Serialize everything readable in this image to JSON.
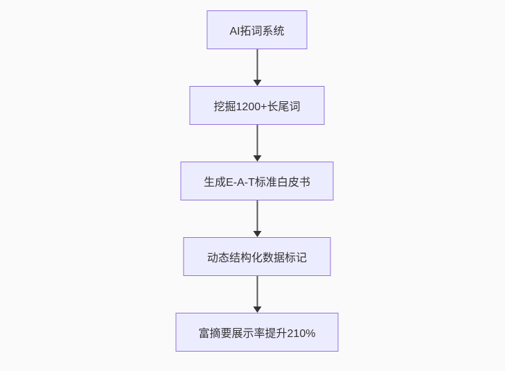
{
  "diagram": {
    "type": "flowchart",
    "direction": "top-down",
    "background_color": "#FAFAFA",
    "node_style": {
      "fill_color": "#ECECFF",
      "border_color": "#9370DB",
      "text_color": "#333333"
    },
    "edge_style": {
      "line_color": "#555555",
      "arrowhead_color": "#333333"
    },
    "nodes": [
      {
        "id": "step-1",
        "label": "AI拓词系统"
      },
      {
        "id": "step-2",
        "label": "挖掘1200+长尾词"
      },
      {
        "id": "step-3",
        "label": "生成E-A-T标准白皮书"
      },
      {
        "id": "step-4",
        "label": "动态结构化数据标记"
      },
      {
        "id": "step-5",
        "label": "富摘要展示率提升210%"
      }
    ],
    "edges": [
      {
        "from": "step-1",
        "to": "step-2"
      },
      {
        "from": "step-2",
        "to": "step-3"
      },
      {
        "from": "step-3",
        "to": "step-4"
      },
      {
        "from": "step-4",
        "to": "step-5"
      }
    ]
  }
}
